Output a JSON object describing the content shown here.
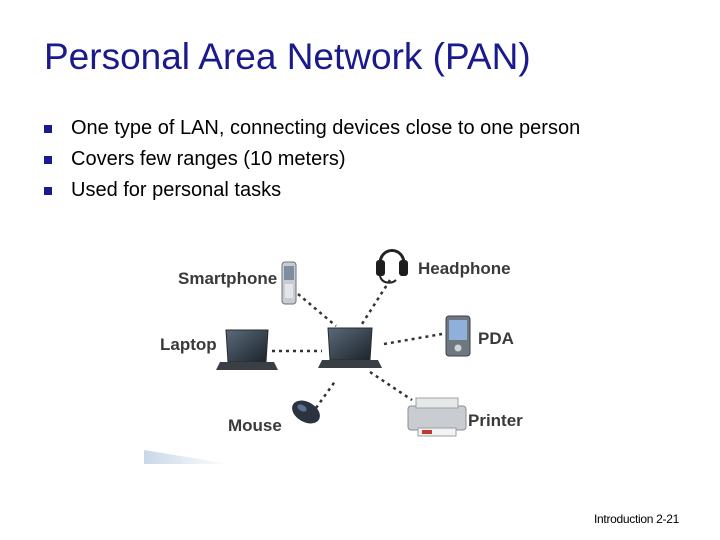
{
  "slide": {
    "title": "Personal Area Network (PAN)",
    "bullets": [
      "One type of LAN, connecting devices close to one person",
      "Covers few ranges (10 meters)",
      "Used for personal tasks"
    ],
    "footer": "Introduction 2-21"
  },
  "diagram": {
    "devices": {
      "smartphone": "Smartphone",
      "headphone": "Headphone",
      "laptop": "Laptop",
      "pda": "PDA",
      "mouse": "Mouse",
      "printer": "Printer"
    }
  },
  "colors": {
    "title": "#1a1a8c",
    "bullet": "#1a1a8c"
  }
}
